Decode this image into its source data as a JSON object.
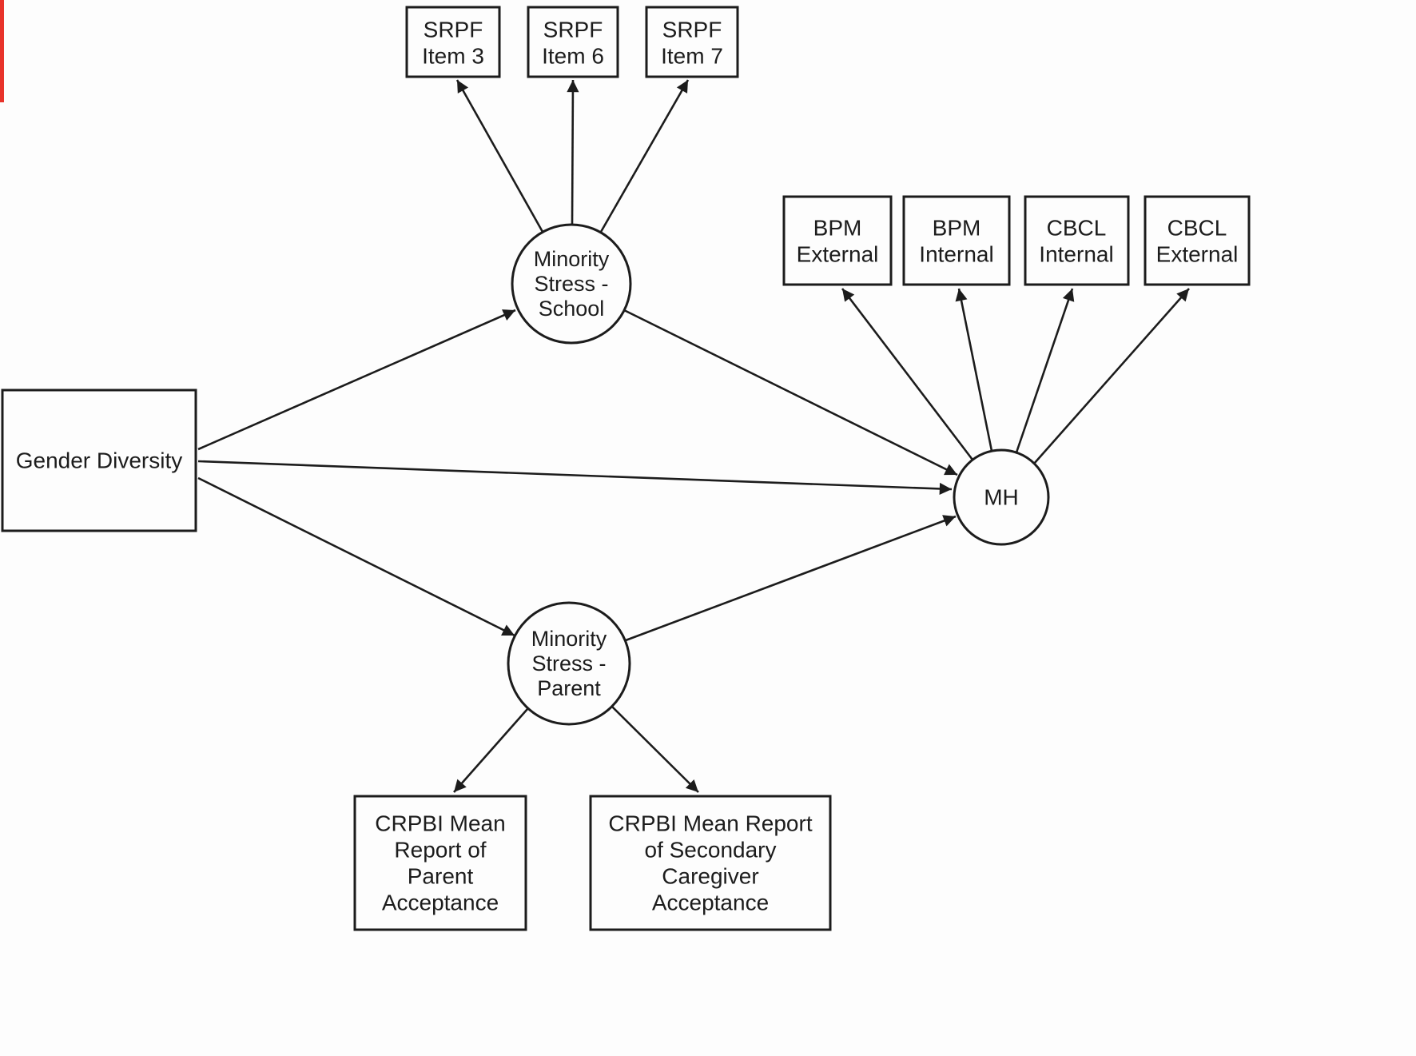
{
  "diagram_type": "structural-equation-model-path-diagram",
  "colors": {
    "background": "#fdfdfd",
    "stroke": "#1c1c1c",
    "text": "#1c1c1c",
    "edge_artifact_red": "#e8332a"
  },
  "nodes": {
    "gender_diversity": {
      "label": "Gender Diversity",
      "shape": "rectangle"
    },
    "ms_school": {
      "line1": "Minority",
      "line2": "Stress -",
      "line3": "School",
      "shape": "circle"
    },
    "ms_parent": {
      "line1": "Minority",
      "line2": "Stress -",
      "line3": "Parent",
      "shape": "circle"
    },
    "mh": {
      "label": "MH",
      "shape": "circle"
    },
    "srpf_item3": {
      "line1": "SRPF",
      "line2": "Item 3",
      "shape": "rectangle"
    },
    "srpf_item6": {
      "line1": "SRPF",
      "line2": "Item 6",
      "shape": "rectangle"
    },
    "srpf_item7": {
      "line1": "SRPF",
      "line2": "Item 7",
      "shape": "rectangle"
    },
    "bpm_external": {
      "line1": "BPM",
      "line2": "External",
      "shape": "rectangle"
    },
    "bpm_internal": {
      "line1": "BPM",
      "line2": "Internal",
      "shape": "rectangle"
    },
    "cbcl_internal": {
      "line1": "CBCL",
      "line2": "Internal",
      "shape": "rectangle"
    },
    "cbcl_external": {
      "line1": "CBCL",
      "line2": "External",
      "shape": "rectangle"
    },
    "crpbi_parent": {
      "line1": "CRPBI Mean",
      "line2": "Report of",
      "line3": "Parent",
      "line4": "Acceptance",
      "shape": "rectangle"
    },
    "crpbi_secondary": {
      "line1": "CRPBI Mean Report",
      "line2": "of Secondary",
      "line3": "Caregiver",
      "line4": "Acceptance",
      "shape": "rectangle"
    }
  },
  "edges": [
    {
      "from": "Gender Diversity",
      "to": "Minority Stress - School"
    },
    {
      "from": "Gender Diversity",
      "to": "MH"
    },
    {
      "from": "Gender Diversity",
      "to": "Minority Stress - Parent"
    },
    {
      "from": "Minority Stress - School",
      "to": "MH"
    },
    {
      "from": "Minority Stress - Parent",
      "to": "MH"
    },
    {
      "from": "Minority Stress - School",
      "to": "SRPF Item 3"
    },
    {
      "from": "Minority Stress - School",
      "to": "SRPF Item 6"
    },
    {
      "from": "Minority Stress - School",
      "to": "SRPF Item 7"
    },
    {
      "from": "Minority Stress - Parent",
      "to": "CRPBI Mean Report of Parent Acceptance"
    },
    {
      "from": "Minority Stress - Parent",
      "to": "CRPBI Mean Report of Secondary Caregiver Acceptance"
    },
    {
      "from": "MH",
      "to": "BPM External"
    },
    {
      "from": "MH",
      "to": "BPM Internal"
    },
    {
      "from": "MH",
      "to": "CBCL Internal"
    },
    {
      "from": "MH",
      "to": "CBCL External"
    }
  ]
}
